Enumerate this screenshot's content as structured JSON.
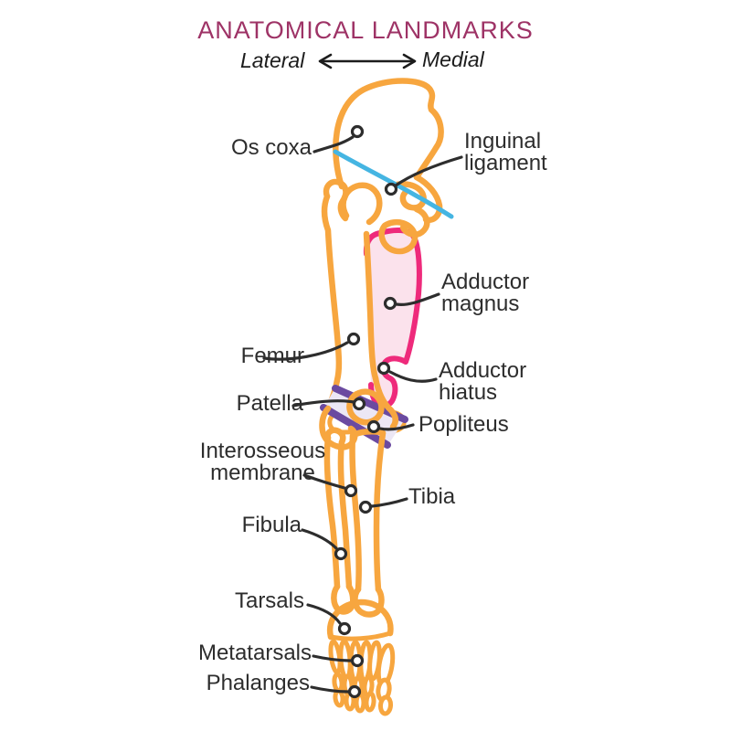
{
  "title": "ANATOMICAL LANDMARKS",
  "orientation": {
    "left_label": "Lateral",
    "right_label": "Medial"
  },
  "labels": {
    "os_coxa": "Os coxa",
    "inguinal_ligament": "Inguinal ligament",
    "adductor_magnus": "Adductor magnus",
    "femur": "Femur",
    "adductor_hiatus": "Adductor hiatus",
    "patella": "Patella",
    "popliteus": "Popliteus",
    "interosseous_membrane": "Interosseous membrane",
    "tibia": "Tibia",
    "fibula": "Fibula",
    "tarsals": "Tarsals",
    "metatarsals": "Metatarsals",
    "phalanges": "Phalanges"
  },
  "colors": {
    "background": "#FFFFFF",
    "title": "#9E3366",
    "label_text": "#2D2D2D",
    "bone_outline": "#F7A63F",
    "muscle_fill": "#FBE2EC",
    "muscle_outline": "#EE2A7B",
    "ligament_blue": "#45B5E2",
    "popliteus_purple": "#6B4AA0",
    "popliteus_fill": "#ECE7F5"
  }
}
